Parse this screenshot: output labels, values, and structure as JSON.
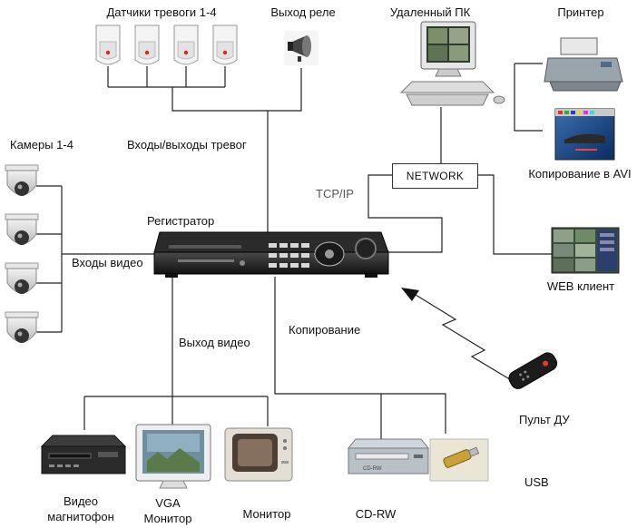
{
  "labels": {
    "alarm_sensors": "Датчики тревоги 1-4",
    "relay_output": "Выход реле",
    "remote_pc": "Удаленный ПК",
    "printer": "Принтер",
    "cameras": "Камеры 1-4",
    "alarm_io": "Входы/выходы тревог",
    "tcp_ip": "TCP/IP",
    "network": "NETWORK",
    "avi_copy": "Копирование в AVI",
    "recorder": "Регистратор",
    "video_inputs": "Входы видео",
    "web_client": "WEB клиент",
    "copying": "Копирование",
    "video_output": "Выход видео",
    "remote_control": "Пульт ДУ",
    "usb": "USB",
    "vcr_line1": "Видео",
    "vcr_line2": "магнитофон",
    "vga_line1": "VGA",
    "vga_line2": "Монитор",
    "monitor": "Монитор",
    "cdrw": "CD-RW"
  },
  "icons": {
    "sensor": "motion-sensor-icon",
    "relay": "siren-icon",
    "pc": "desktop-pc-icon",
    "printer": "printer-icon",
    "avi": "avi-screenshot-icon",
    "camera": "dome-camera-icon",
    "dvr": "dvr-recorder-icon",
    "web": "web-client-screenshot-icon",
    "remote": "remote-control-icon",
    "vcr": "vcr-icon",
    "vga": "vga-monitor-icon",
    "monitor": "crt-monitor-icon",
    "cdrw": "cd-rw-drive-icon",
    "usb": "usb-flash-icon"
  },
  "counts": {
    "sensors": 4,
    "cameras": 4
  }
}
